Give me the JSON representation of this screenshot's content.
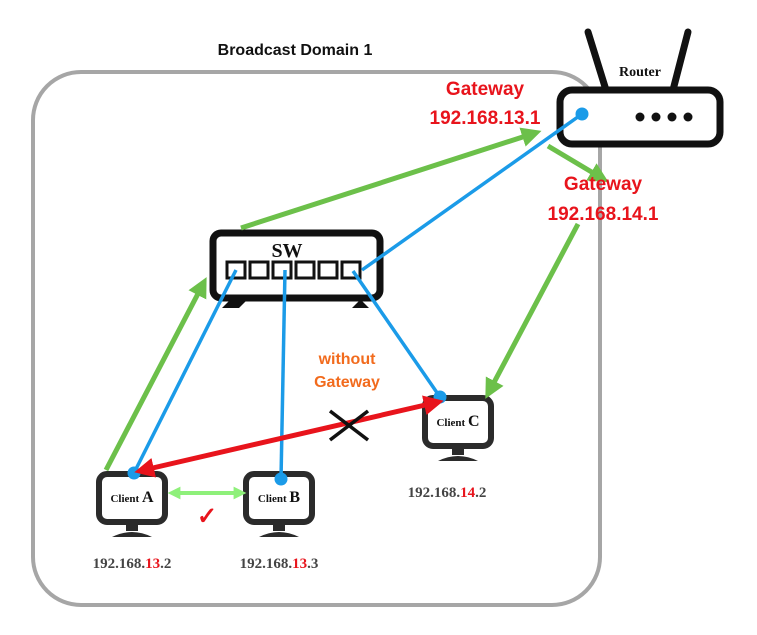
{
  "domain_label": "Broadcast Domain 1",
  "router": {
    "label": "Router"
  },
  "switch": {
    "label": "SW"
  },
  "gateways": [
    {
      "title": "Gateway",
      "ip": "192.168.13.1"
    },
    {
      "title": "Gateway",
      "ip": "192.168.14.1"
    }
  ],
  "clients": [
    {
      "label_prefix": "Client ",
      "label_letter": "A",
      "ip_prefix": "192.168.",
      "ip_subnet": "13",
      "ip_host": ".2"
    },
    {
      "label_prefix": "Client ",
      "label_letter": "B",
      "ip_prefix": "192.168.",
      "ip_subnet": "13",
      "ip_host": ".3"
    },
    {
      "label_prefix": "Client ",
      "label_letter": "C",
      "ip_prefix": "192.168.",
      "ip_subnet": "14",
      "ip_host": ".2"
    }
  ],
  "annotations": {
    "without_gateway_line1": "without",
    "without_gateway_line2": "Gateway",
    "blocked_mark": "✕",
    "ok_mark": "✓"
  },
  "colors": {
    "green_path": "#6cc04a",
    "blue_link": "#1b9be8",
    "red_path": "#e8141c",
    "gateway_text": "#e8141c",
    "orange_text": "#f26b1d",
    "domain_border": "#a6a6a6",
    "device": "#222222"
  }
}
